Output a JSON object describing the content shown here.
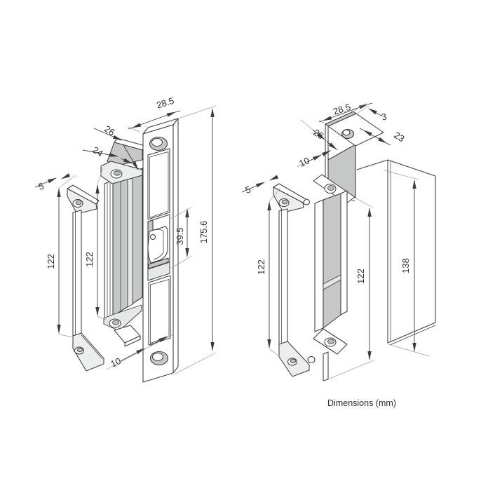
{
  "page": {
    "caption": "Dimensions (mm)"
  },
  "colors": {
    "line": "#3c3c3c",
    "thin_line": "#9aa09e",
    "shade_mid": "#c5c8c7",
    "shade_light": "#e6e8e7",
    "background": "#ffffff",
    "text": "#2f2f2f"
  },
  "left_view": {
    "dims": {
      "faceplate_width": "28.5",
      "flange_width": "26",
      "body_width": "24",
      "lip_thickness": "5",
      "lip_height": "122",
      "body_height": "122",
      "keeper_height": "39.5",
      "overall_height": "175.6",
      "bottom_offset": "10"
    }
  },
  "right_view": {
    "dims": {
      "faceplate_width": "28.5",
      "plate_thickness": "3",
      "bracket_depth": "23",
      "plate_width": "26",
      "flange_depth": "10",
      "lip_thickness": "5",
      "lip_height": "122",
      "plate_height": "122",
      "overall_height": "138"
    }
  }
}
